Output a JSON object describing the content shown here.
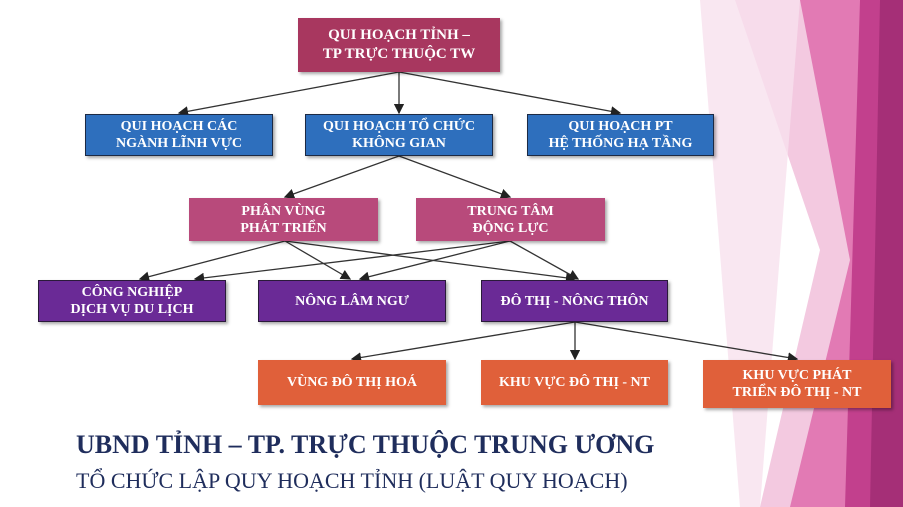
{
  "diagram": {
    "root": "QUI  HOẠCH  TỈNH  –\nTP TRỰC  THUỘC  TW",
    "level1": [
      "QUI HOẠCH CÁC\nNGÀNH LĨNH VỰC",
      "QUI HOẠCH TỔ CHỨC\nKHÔNG GIAN",
      "QUI HOẠCH PT\nHỆ  THỐNG HẠ TẦNG"
    ],
    "level2": [
      "PHÂN VÙNG\nPHÁT  TRIỂN",
      "TRUNG TÂM\nĐỘNG LỰC"
    ],
    "level3": [
      "CÔNG NGHIỆP\nDỊCH VỤ DU LỊCH",
      "NÔNG LÂM  NGƯ",
      "ĐÔ THỊ  - NÔNG THÔN"
    ],
    "level4": [
      "VÙNG ĐÔ THỊ HOÁ",
      "KHU VỰC ĐÔ THỊ  - NT",
      "KHU VỰC PHÁT\nTRIỂN  ĐÔ THỊ  - NT"
    ]
  },
  "title_line1": "UBND TỈNH  – TP. TRỰC THUỘC TRUNG ƯƠNG",
  "title_line2": "TỔ CHỨC LẬP QUY HOẠCH TỈNH (LUẬT QUY HOẠCH)",
  "colors": {
    "root": "#a8375f",
    "blue": "#2e6fbd",
    "pink": "#b84a7b",
    "purple": "#6a2a96",
    "orange": "#e0603a",
    "title": "#1f2d5c"
  }
}
